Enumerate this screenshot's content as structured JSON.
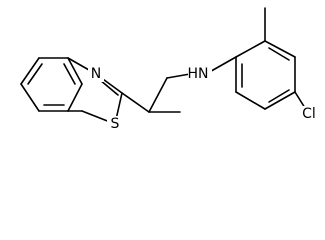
{
  "molecule": {
    "atoms": {
      "nitrogen_thiazole": "N",
      "sulfur": "S",
      "amine": "HN",
      "chlorine": "Cl"
    },
    "colors": {
      "bond": "#000000",
      "label": "#000000",
      "background": "#ffffff"
    }
  }
}
